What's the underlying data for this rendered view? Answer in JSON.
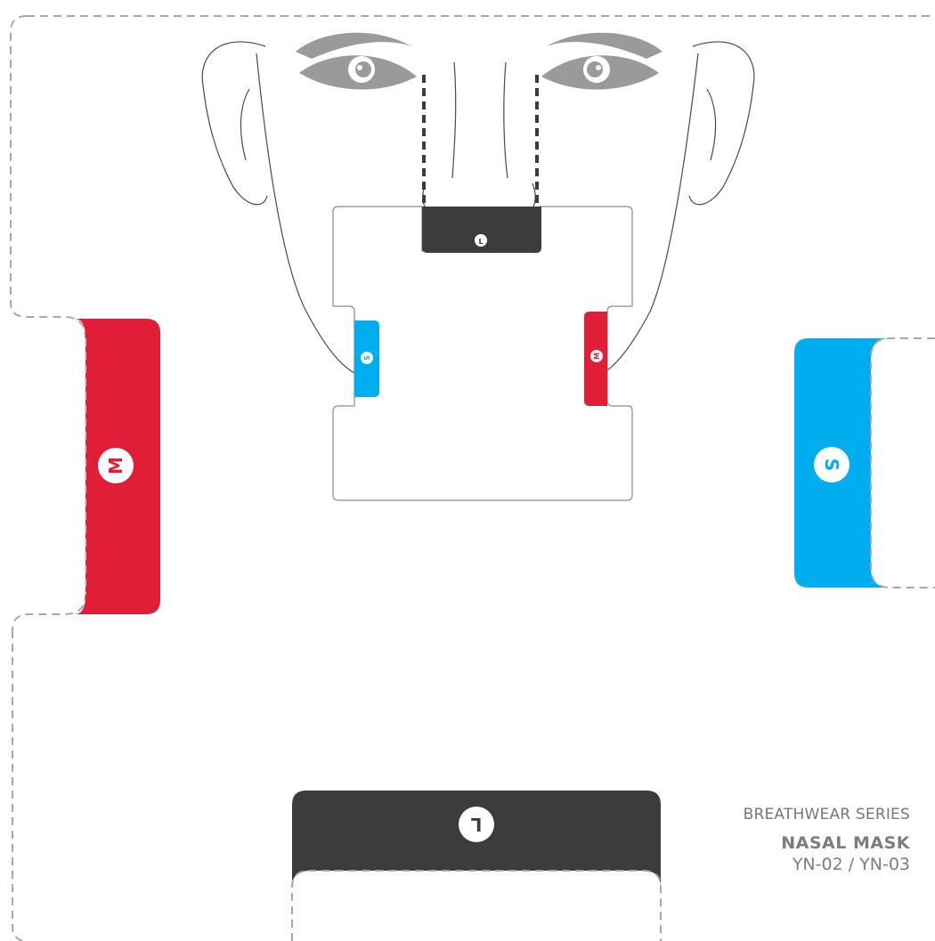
{
  "brand": {
    "series": "BREATHWEAR SERIES",
    "product": "NASAL MASK",
    "models": "YN-02 / YN-03"
  },
  "sizes": {
    "medium": {
      "letter": "M",
      "color": "#e01e37"
    },
    "small": {
      "letter": "S",
      "color": "#00aeef"
    },
    "large": {
      "letter": "L",
      "color": "#3c3c3c"
    }
  },
  "colors": {
    "cut_line": "#a8a8a8",
    "face_outline": "#4a4a4a",
    "eye_gray": "#9a9a9a"
  }
}
